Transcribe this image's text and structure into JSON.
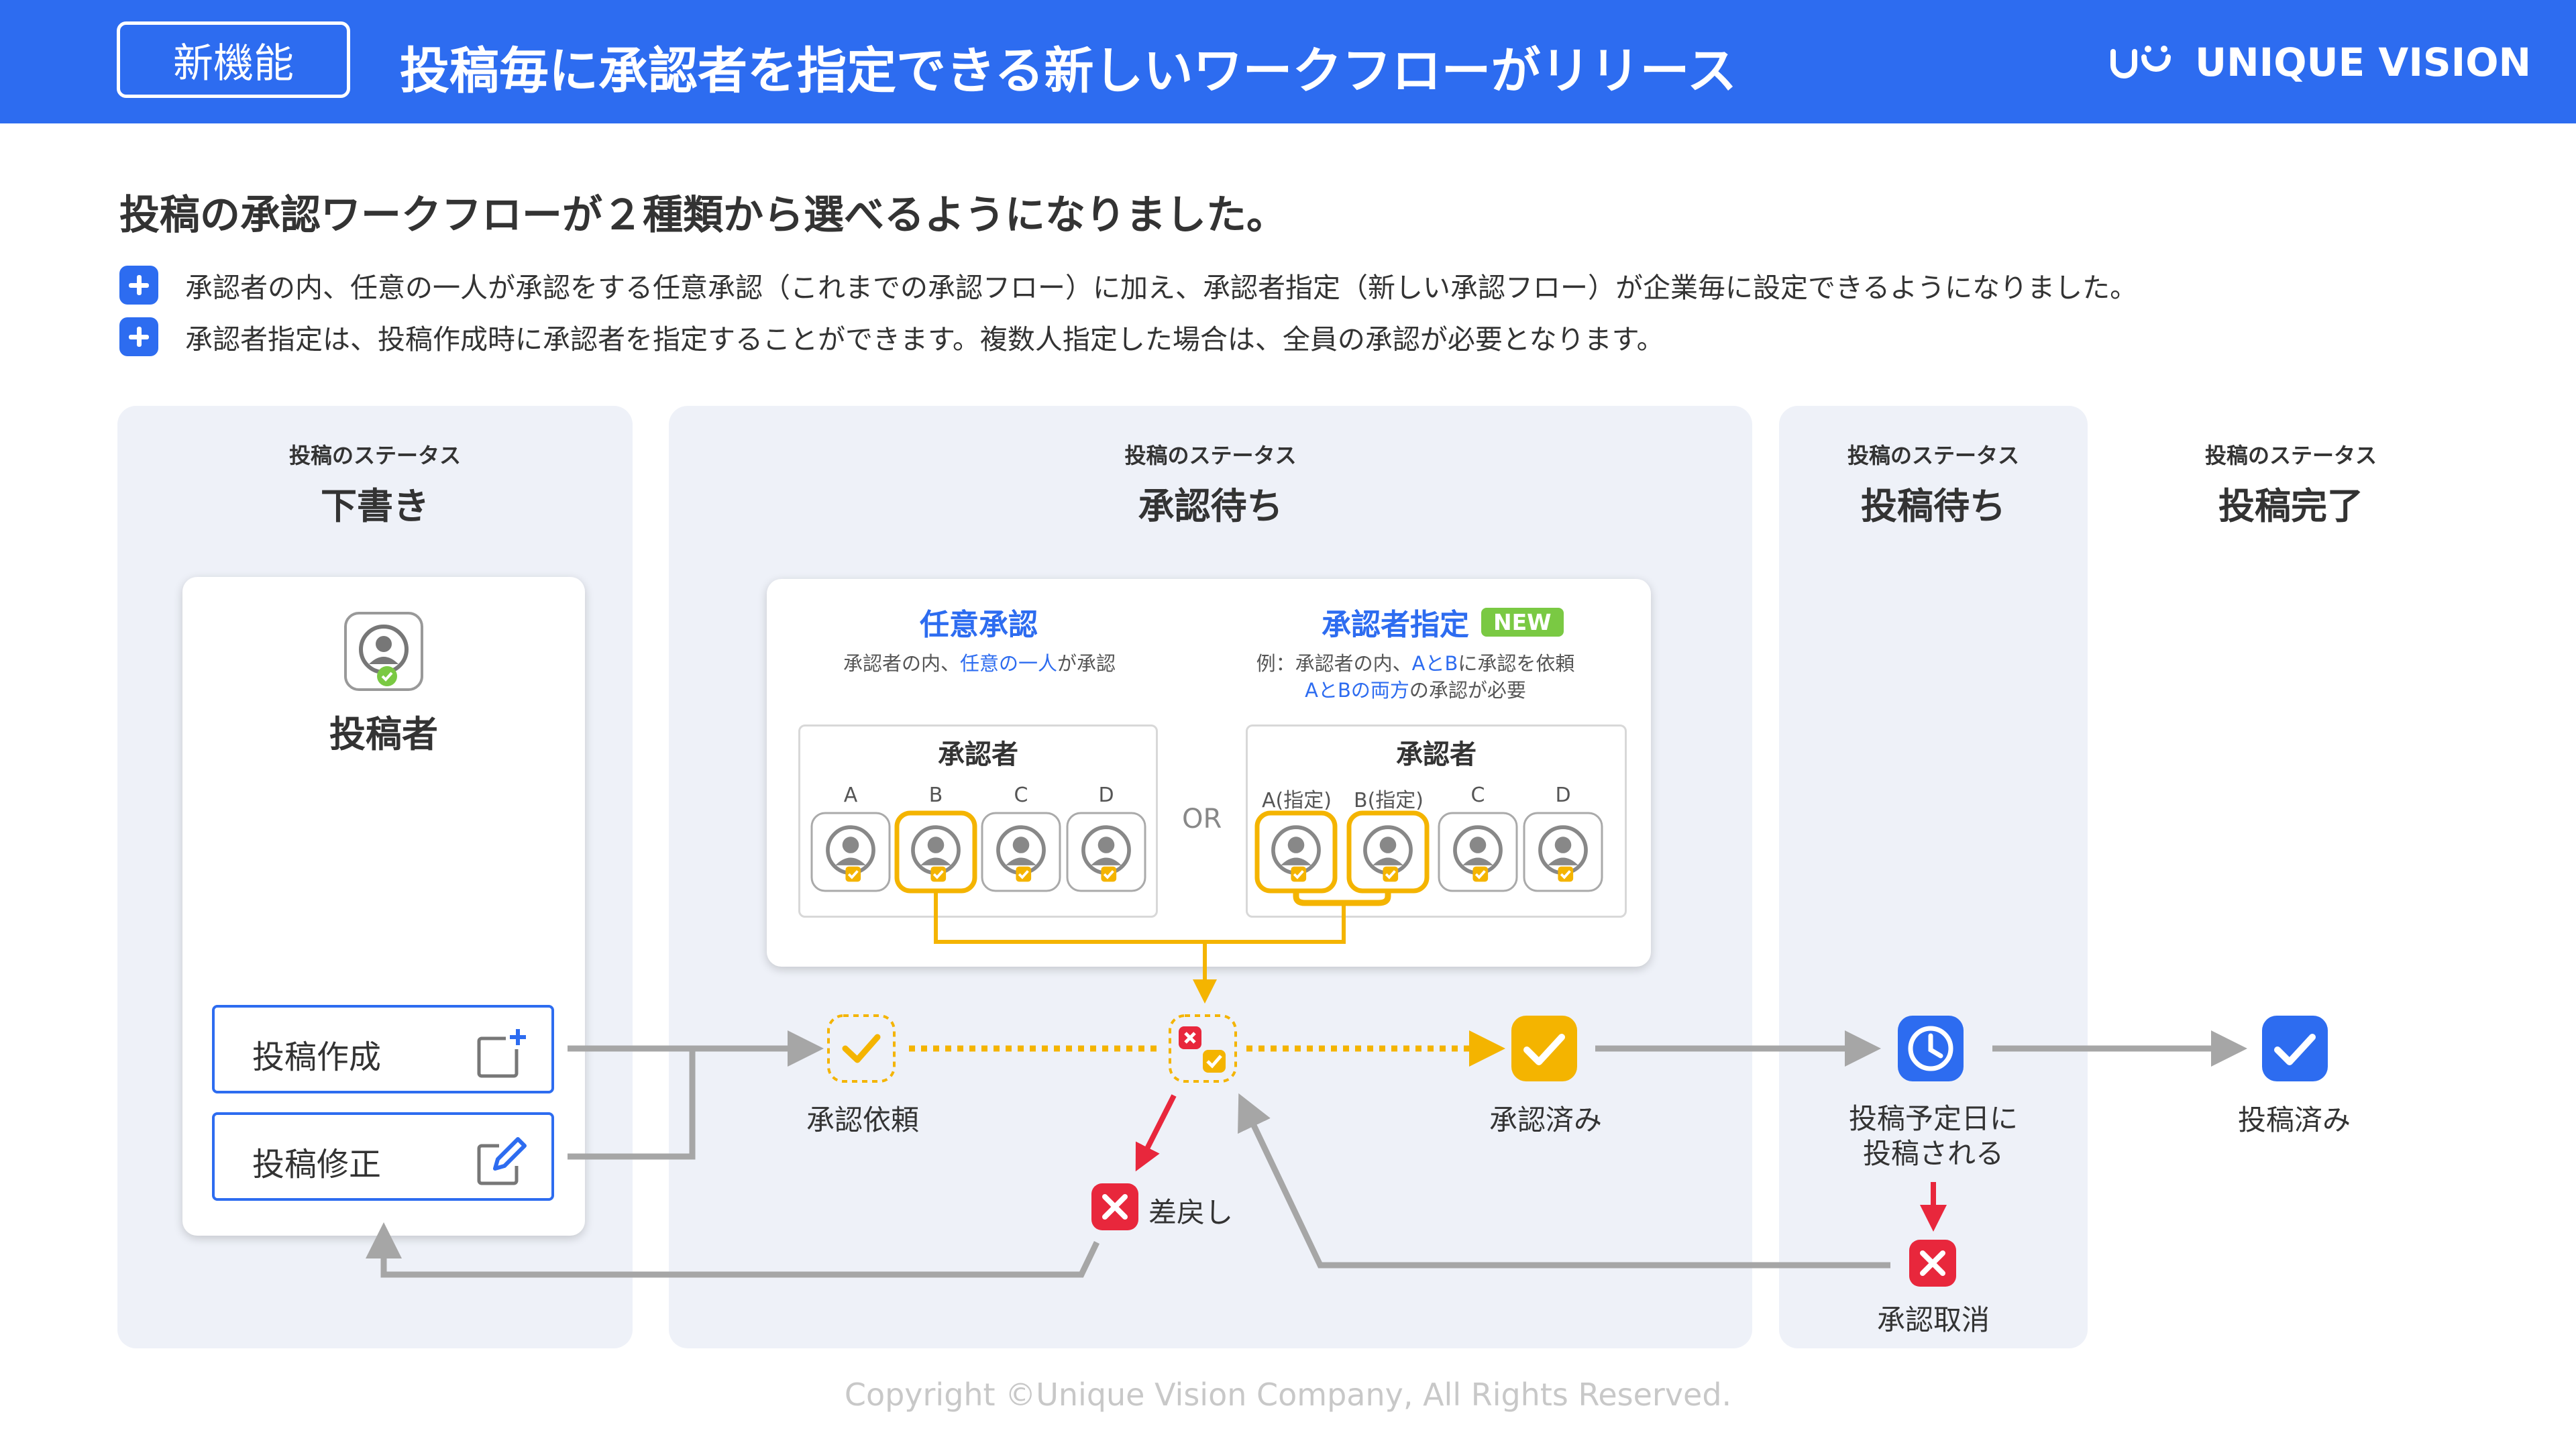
{
  "header": {
    "badge": "新機能",
    "title": "投稿毎に承認者を指定できる新しいワークフローがリリース",
    "brand": "UNIQUE VISION"
  },
  "intro": {
    "subtitle": "投稿の承認ワークフローが２種類から選べるようになりました。",
    "bullets": [
      "承認者の内、任意の一人が承認をする任意承認（これまでの承認フロー）に加え、承認者指定（新しい承認フロー）が企業毎に設定できるようになりました。",
      "承認者指定は、投稿作成時に承認者を指定することができます。複数人指定した場合は、全員の承認が必要となります。"
    ]
  },
  "columns": {
    "status_caption": "投稿のステータス",
    "draft": "下書き",
    "pending": "承認待ち",
    "scheduled": "投稿待ち",
    "done": "投稿完了"
  },
  "poster": {
    "label": "投稿者",
    "create_button": "投稿作成",
    "edit_button": "投稿修正"
  },
  "workflow": {
    "optional": {
      "title": "任意承認",
      "desc_pre": "承認者の内、",
      "desc_hl": "任意の一人",
      "desc_post": "が承認"
    },
    "designated": {
      "title": "承認者指定",
      "new_badge": "NEW",
      "desc1_pre": "例：承認者の内、",
      "desc1_hl": "AとB",
      "desc1_post": "に承認を依頼",
      "desc2_hl": "AとBの両方",
      "desc2_post": "の承認が必要"
    },
    "approvers_title": "承認者",
    "or": "OR",
    "letters": [
      "A",
      "B",
      "C",
      "D"
    ],
    "designated_letters": [
      "A(指定)",
      "B(指定)",
      "C",
      "D"
    ]
  },
  "flow": {
    "request": "承認依頼",
    "approved": "承認済み",
    "sent_back": "差戻し",
    "scheduled_line1": "投稿予定日に",
    "scheduled_line2": "投稿される",
    "cancel": "承認取消",
    "posted": "投稿済み"
  },
  "colors": {
    "primary": "#2d6cf0",
    "accent": "#f4b400",
    "danger": "#e8273c",
    "new": "#7ac943",
    "panel": "#eef1f8"
  },
  "footer": {
    "copyright": "Copyright ©Unique Vision Company, All Rights Reserved."
  }
}
